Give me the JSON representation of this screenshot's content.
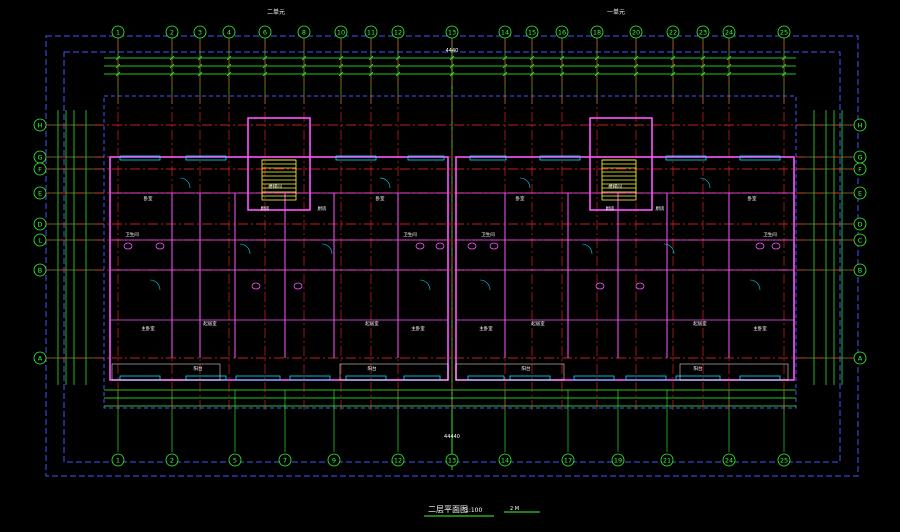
{
  "drawing": {
    "title": "二层平面图",
    "scale": "1:100",
    "unit_labels": [
      "二单元",
      "一单元"
    ],
    "top_axes": [
      "1",
      "2",
      "3",
      "4",
      "6",
      "8",
      "10",
      "11",
      "12",
      "13",
      "14",
      "15",
      "16",
      "18",
      "20",
      "22",
      "23",
      "24",
      "25"
    ],
    "bottom_axes": [
      "1",
      "2",
      "5",
      "7",
      "9",
      "12",
      "13",
      "14",
      "17",
      "19",
      "21",
      "24",
      "25"
    ],
    "side_axes_left": [
      "H",
      "G",
      "F",
      "E",
      "D",
      "L",
      "B",
      "A"
    ],
    "side_axes_right": [
      "H",
      "G",
      "F",
      "E",
      "D",
      "C",
      "B",
      "A"
    ],
    "overall_dim_top": "4440",
    "overall_dim_bottom": "44440",
    "colors": {
      "grid": "#ff2a2a",
      "wall": "#ff55ff",
      "dimension": "#33ff33",
      "boundary": "#4455ff",
      "text": "#ffffff",
      "window": "#00e5ff",
      "stair": "#ffff33"
    },
    "rooms": [
      {
        "label": "卧室"
      },
      {
        "label": "起居室"
      },
      {
        "label": "厨房"
      },
      {
        "label": "卫生间"
      },
      {
        "label": "阳台"
      },
      {
        "label": "楼梯间"
      },
      {
        "label": "主卧室"
      }
    ],
    "scale_bar_note": "2 M"
  }
}
